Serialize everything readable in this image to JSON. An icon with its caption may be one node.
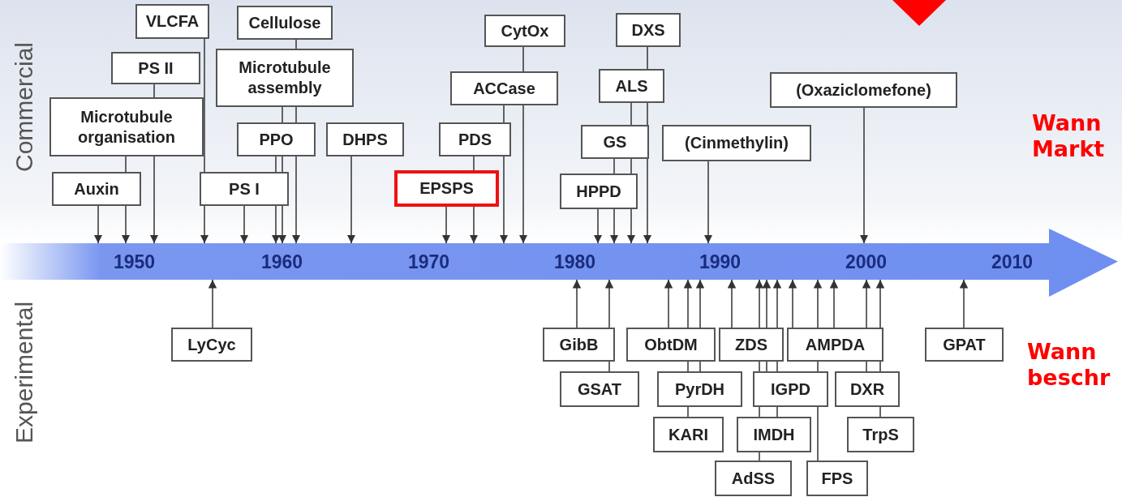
{
  "diagram": {
    "nodes": [
      {
        "text": [
          "VLCFA"
        ]
      },
      {
        "text": [
          "Cellulose"
        ]
      },
      {
        "text": [
          "CytOx"
        ]
      },
      {
        "text": [
          "DXS"
        ]
      },
      {
        "text": [
          "PS II"
        ]
      },
      {
        "text": [
          "Microtubule assembly"
        ]
      },
      {
        "text": [
          "ACCase"
        ]
      },
      {
        "text": [
          "ALS"
        ]
      },
      {
        "text": [
          "(Oxaziclomefone)"
        ]
      },
      {
        "text": [
          "Microtubule organisation"
        ]
      },
      {
        "text": [
          "PPO"
        ]
      },
      {
        "text": [
          "DHPS"
        ]
      },
      {
        "text": [
          "PDS"
        ]
      },
      {
        "text": [
          "GS"
        ]
      },
      {
        "text": [
          "(Cinmethylin)"
        ]
      },
      {
        "text": [
          "Auxin"
        ]
      },
      {
        "text": [
          "PS I"
        ]
      },
      {
        "text": [
          "EPSPS"
        ]
      },
      {
        "text": [
          "HPPD"
        ]
      },
      {
        "text": [],
        "shape": "arrow"
      },
      {
        "text": [
          "LyCyc"
        ]
      },
      {
        "text": [
          "GibB"
        ]
      },
      {
        "text": [
          "ObtDM"
        ]
      },
      {
        "text": [
          "ZDS"
        ]
      },
      {
        "text": [
          "AMPDA"
        ]
      },
      {
        "text": [
          "GPAT"
        ]
      },
      {
        "text": [
          "GSAT"
        ]
      },
      {
        "text": [
          "PyrDH"
        ]
      },
      {
        "text": [
          "IGPD"
        ]
      },
      {
        "text": [
          "DXR"
        ]
      },
      {
        "text": [
          "KARI"
        ]
      },
      {
        "text": [
          "IMDH"
        ]
      },
      {
        "text": [
          "TrpS"
        ]
      },
      {
        "text": [
          "AdSS"
        ]
      },
      {
        "text": [
          "FPS"
        ]
      }
    ],
    "edges": [
      {
        "from": 15,
        "to": 19,
        "arrow": "to"
      },
      {
        "from": 9,
        "to": 15,
        "arrow": "none"
      },
      {
        "from": 15,
        "to": 19,
        "arrow": "to"
      },
      {
        "from": 4,
        "to": 9,
        "arrow": "none"
      },
      {
        "from": 9,
        "to": 19,
        "arrow": "to"
      },
      {
        "from": 0,
        "to": 16,
        "arrow": "none"
      },
      {
        "from": 16,
        "to": 19,
        "arrow": "to"
      },
      {
        "from": 16,
        "to": 19,
        "arrow": "to"
      },
      {
        "from": 10,
        "to": 16,
        "arrow": "none"
      },
      {
        "from": 16,
        "to": 19,
        "arrow": "to"
      },
      {
        "from": 5,
        "to": 10,
        "arrow": "none"
      },
      {
        "from": 10,
        "to": 16,
        "arrow": "none"
      },
      {
        "from": 16,
        "to": 19,
        "arrow": "to"
      },
      {
        "from": 1,
        "to": 5,
        "arrow": "none"
      },
      {
        "from": 5,
        "to": 10,
        "arrow": "none"
      },
      {
        "from": 10,
        "to": 19,
        "arrow": "to"
      },
      {
        "from": 11,
        "to": 19,
        "arrow": "to"
      },
      {
        "from": 17,
        "to": 19,
        "arrow": "to"
      },
      {
        "from": 12,
        "to": 17,
        "arrow": "none"
      },
      {
        "from": 17,
        "to": 19,
        "arrow": "to"
      },
      {
        "from": 6,
        "to": 12,
        "arrow": "none"
      },
      {
        "from": 12,
        "to": 19,
        "arrow": "to"
      },
      {
        "from": 2,
        "to": 6,
        "arrow": "none"
      },
      {
        "from": 6,
        "to": 19,
        "arrow": "to"
      },
      {
        "from": 18,
        "to": 19,
        "arrow": "to"
      },
      {
        "from": 13,
        "to": 18,
        "arrow": "none"
      },
      {
        "from": 18,
        "to": 19,
        "arrow": "to"
      },
      {
        "from": 7,
        "to": 13,
        "arrow": "none"
      },
      {
        "from": 13,
        "to": 18,
        "arrow": "none"
      },
      {
        "from": 18,
        "to": 19,
        "arrow": "to"
      },
      {
        "from": 3,
        "to": 7,
        "arrow": "none"
      },
      {
        "from": 7,
        "to": 13,
        "arrow": "none"
      },
      {
        "from": 13,
        "to": 19,
        "arrow": "to"
      },
      {
        "from": 14,
        "to": 19,
        "arrow": "to"
      },
      {
        "from": 8,
        "to": 19,
        "arrow": "to"
      },
      {
        "from": 20,
        "to": 19,
        "arrow": "to"
      },
      {
        "from": 21,
        "to": 19,
        "arrow": "to"
      },
      {
        "from": 26,
        "to": 21,
        "arrow": "none"
      },
      {
        "from": 21,
        "to": 19,
        "arrow": "to"
      },
      {
        "from": 22,
        "to": 19,
        "arrow": "to"
      },
      {
        "from": 30,
        "to": 27,
        "arrow": "none"
      },
      {
        "from": 27,
        "to": 22,
        "arrow": "none"
      },
      {
        "from": 22,
        "to": 19,
        "arrow": "to"
      },
      {
        "from": 27,
        "to": 22,
        "arrow": "none"
      },
      {
        "from": 22,
        "to": 19,
        "arrow": "to"
      },
      {
        "from": 23,
        "to": 19,
        "arrow": "to"
      },
      {
        "from": 33,
        "to": 31,
        "arrow": "none"
      },
      {
        "from": 31,
        "to": 28,
        "arrow": "none"
      },
      {
        "from": 28,
        "to": 23,
        "arrow": "none"
      },
      {
        "from": 23,
        "to": 19,
        "arrow": "to"
      },
      {
        "from": 28,
        "to": 23,
        "arrow": "none"
      },
      {
        "from": 23,
        "to": 19,
        "arrow": "to"
      },
      {
        "from": 31,
        "to": 28,
        "arrow": "none"
      },
      {
        "from": 28,
        "to": 23,
        "arrow": "none"
      },
      {
        "from": 23,
        "to": 19,
        "arrow": "to"
      },
      {
        "from": 24,
        "to": 19,
        "arrow": "to"
      },
      {
        "from": 34,
        "to": 28,
        "arrow": "none"
      },
      {
        "from": 28,
        "to": 24,
        "arrow": "none"
      },
      {
        "from": 24,
        "to": 19,
        "arrow": "to"
      },
      {
        "from": 24,
        "to": 19,
        "arrow": "to"
      },
      {
        "from": 29,
        "to": 24,
        "arrow": "none"
      },
      {
        "from": 24,
        "to": 19,
        "arrow": "to"
      },
      {
        "from": 32,
        "to": 29,
        "arrow": "none"
      },
      {
        "from": 29,
        "to": 24,
        "arrow": "none"
      },
      {
        "from": 24,
        "to": 19,
        "arrow": "to"
      },
      {
        "from": 25,
        "to": 19,
        "arrow": "to"
      }
    ],
    "labels": [
      "Commercial",
      "Wann Markt",
      "1950",
      "1960",
      "1970",
      "1980",
      "1990",
      "2000",
      "2010",
      "Experimental",
      "Wann beschr"
    ]
  }
}
